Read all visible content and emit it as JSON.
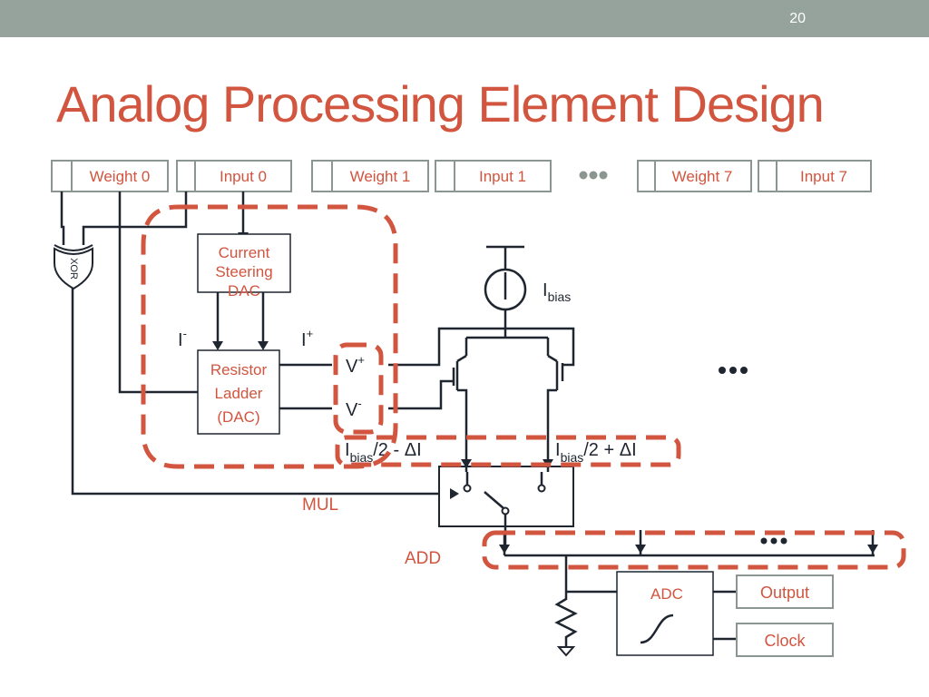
{
  "slide": {
    "number": "20",
    "title": "Analog Processing Element Design"
  },
  "colors": {
    "accent": "#d1553f",
    "header_bar": "#95a39c",
    "line": "#1f2630",
    "box_border": "#8c9690"
  },
  "registers": [
    {
      "label": "Weight 0"
    },
    {
      "label": "Input 0"
    },
    {
      "label": "Weight 1"
    },
    {
      "label": "Input 1"
    },
    {
      "label": "Weight 7"
    },
    {
      "label": "Input 7"
    }
  ],
  "blocks": {
    "xor": "XOR",
    "dac": [
      "Current",
      "Steering",
      "DAC"
    ],
    "ladder": [
      "Resistor",
      "Ladder",
      "(DAC)"
    ],
    "adc": "ADC",
    "output": "Output",
    "clock": "Clock"
  },
  "labels": {
    "i_minus": {
      "base": "I",
      "sup": "-"
    },
    "i_plus": {
      "base": "I",
      "sup": "+"
    },
    "v_plus": {
      "base": "V",
      "sup": "+"
    },
    "v_minus": {
      "base": "V",
      "sup": "-"
    },
    "ibias": {
      "base": "I",
      "sub": "bias"
    },
    "ibias_minus": {
      "base": "I",
      "sub": "bias",
      "rest": "/2 - ΔI"
    },
    "ibias_plus": {
      "base": "I",
      "sub": "bias",
      "rest": "/2 + ΔI"
    },
    "mul": "MUL",
    "add": "ADD"
  }
}
